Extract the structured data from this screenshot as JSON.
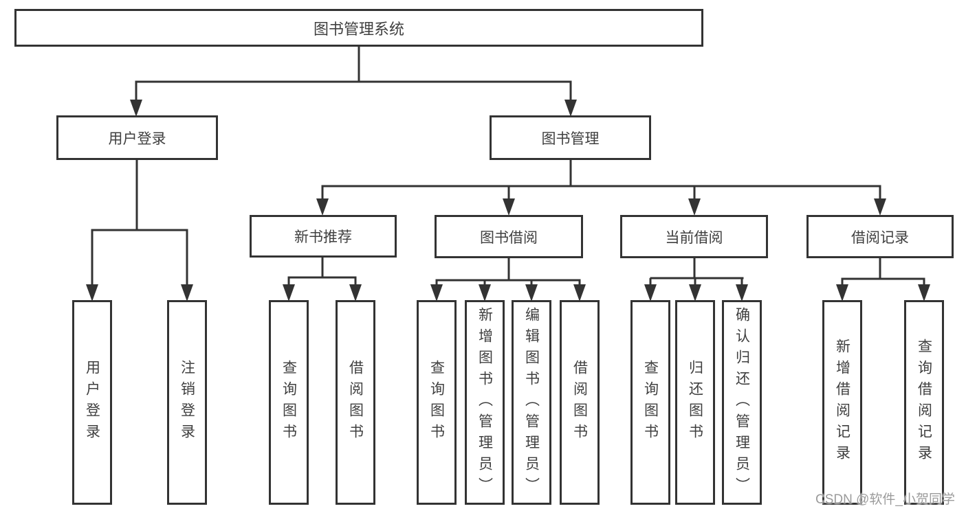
{
  "diagram": {
    "root": {
      "label": "图书管理系统",
      "children": [
        {
          "label": "用户登录",
          "children": [
            {
              "label": "用户登录"
            },
            {
              "label": "注销登录"
            }
          ]
        },
        {
          "label": "图书管理",
          "children": [
            {
              "label": "新书推荐",
              "children": [
                {
                  "label": "查询图书"
                },
                {
                  "label": "借阅图书"
                }
              ]
            },
            {
              "label": "图书借阅",
              "children": [
                {
                  "label": "查询图书"
                },
                {
                  "label": "新增图书（管理员）"
                },
                {
                  "label": "编辑图书（管理员）"
                },
                {
                  "label": "借阅图书"
                }
              ]
            },
            {
              "label": "当前借阅",
              "children": [
                {
                  "label": "查询图书"
                },
                {
                  "label": "归还图书"
                },
                {
                  "label": "确认归还（管理员）"
                }
              ]
            },
            {
              "label": "借阅记录",
              "children": [
                {
                  "label": "新增借阅记录"
                },
                {
                  "label": "查询借阅记录"
                }
              ]
            }
          ]
        }
      ]
    },
    "watermark": "CSDN @软件_小贺同学",
    "colors": {
      "line": "#333333",
      "text": "#3f3f3f",
      "watermark": "#9b9b9b",
      "background": "#ffffff"
    }
  }
}
